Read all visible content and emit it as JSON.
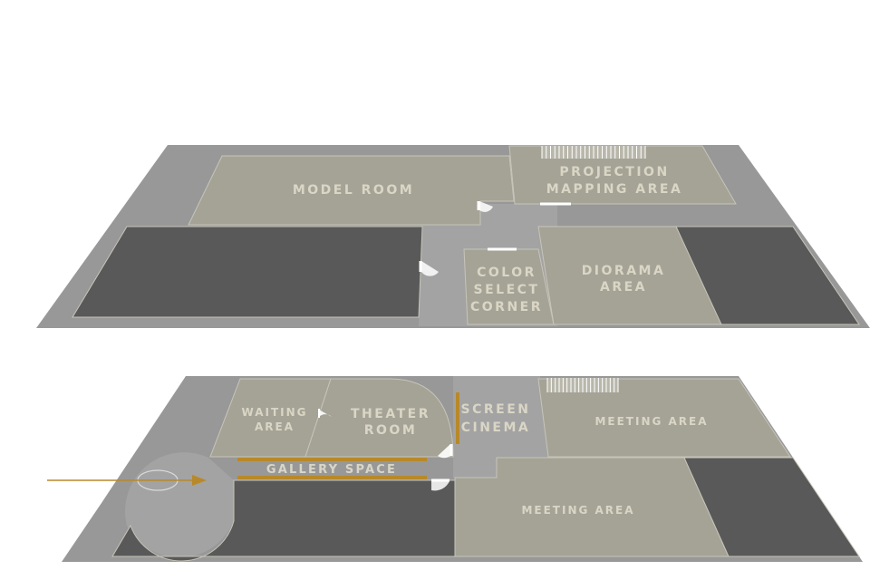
{
  "colors": {
    "background": "#ffffff",
    "floor_slab": "#989898",
    "corridor": "#a3a3a3",
    "room": "#a5a396",
    "closed_room": "#595959",
    "label": "#dad6c6",
    "accent": "#b8892a",
    "door": "#ffffff"
  },
  "upper_floor": {
    "rooms": {
      "model_room": [
        "MODEL ROOM"
      ],
      "projection_mapping": [
        "PROJECTION",
        "MAPPING AREA"
      ],
      "color_select": [
        "COLOR",
        "SELECT",
        "CORNER"
      ],
      "diorama": [
        "DIORAMA",
        "AREA"
      ]
    }
  },
  "lower_floor": {
    "rooms": {
      "waiting": [
        "WAITING",
        "AREA"
      ],
      "theater": [
        "THEATER",
        "ROOM"
      ],
      "screen_cinema": [
        "SCREEN",
        "CINEMA"
      ],
      "meeting_upper": [
        "MEETING AREA"
      ],
      "gallery": [
        "GALLERY SPACE"
      ],
      "meeting_lower": [
        "MEETING AREA"
      ]
    }
  },
  "icons": {
    "entrance": "entrance-arrow-icon",
    "door": "door-swing-icon",
    "stairs": "stairs-icon"
  }
}
